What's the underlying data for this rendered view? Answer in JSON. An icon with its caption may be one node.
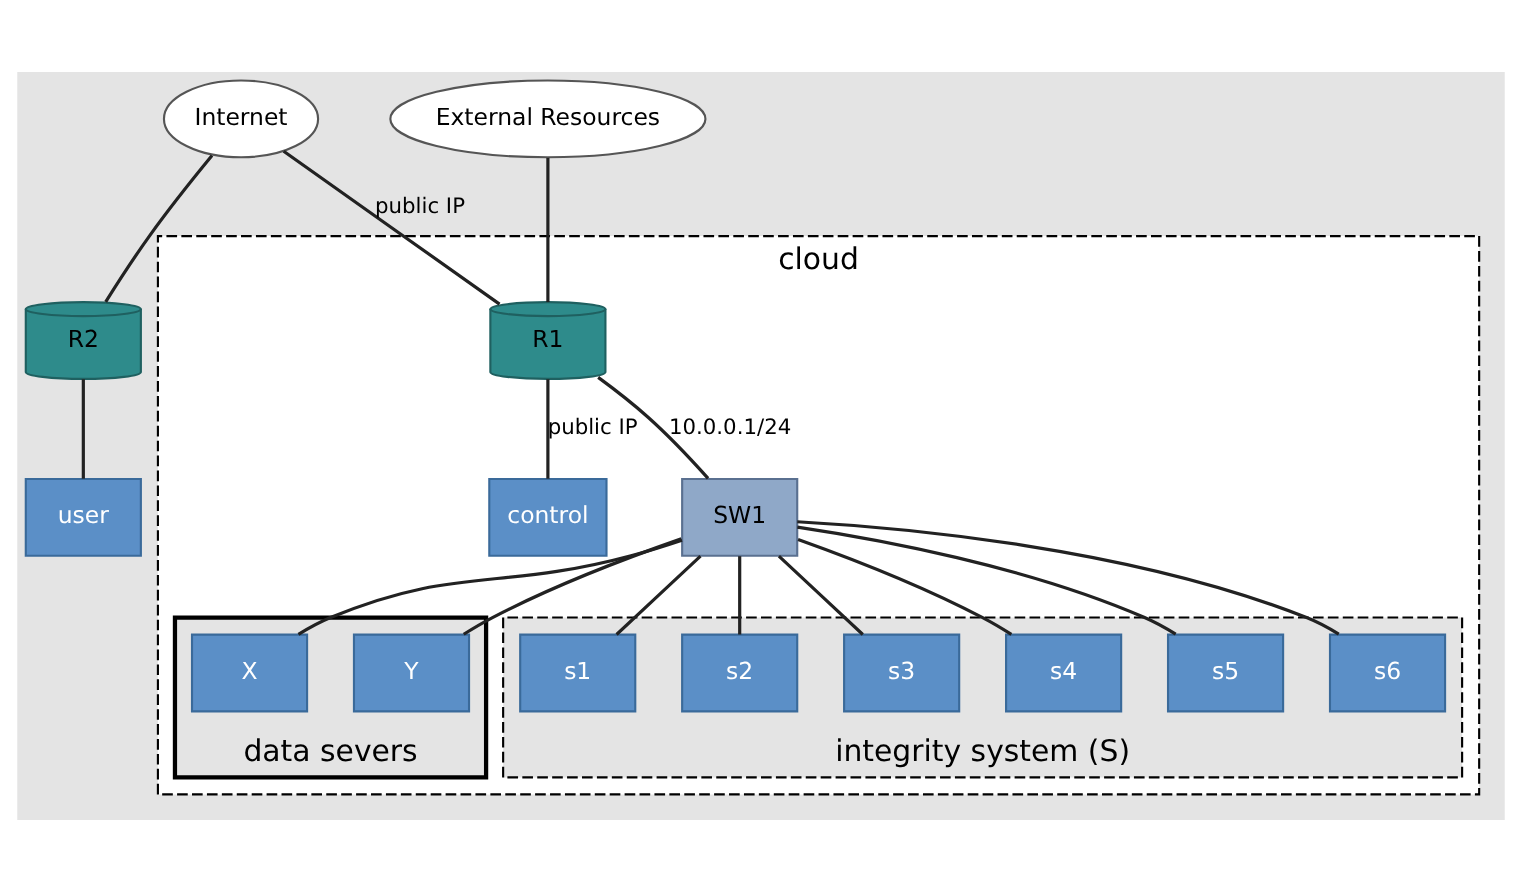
{
  "diagram": {
    "nodes": [
      {
        "text": [
          "Internet"
        ]
      },
      {
        "text": [
          "External Resources"
        ]
      },
      {
        "text": [
          "R2"
        ]
      },
      {
        "text": [
          "user"
        ]
      },
      {
        "text": [
          "cloud"
        ]
      },
      {
        "text": [
          "R1"
        ],
        "in": 4
      },
      {
        "text": [
          "control"
        ],
        "in": 4
      },
      {
        "text": [
          "SW1"
        ],
        "in": 4
      },
      {
        "text": [
          "data severs"
        ],
        "in": 4
      },
      {
        "text": [
          "X"
        ],
        "in": 8
      },
      {
        "text": [
          "Y"
        ],
        "in": 8
      },
      {
        "text": [
          "integrity system (S)"
        ],
        "in": 4
      },
      {
        "text": [
          "s1"
        ],
        "in": 11
      },
      {
        "text": [
          "s2"
        ],
        "in": 11
      },
      {
        "text": [
          "s3"
        ],
        "in": 11
      },
      {
        "text": [
          "s4"
        ],
        "in": 11
      },
      {
        "text": [
          "s5"
        ],
        "in": 11
      },
      {
        "text": [
          "s6"
        ],
        "in": 11
      }
    ],
    "edges": [
      {
        "from": 0,
        "to": 2,
        "arrow": "none"
      },
      {
        "from": 2,
        "to": 3,
        "arrow": "none"
      },
      {
        "from": 0,
        "to": 5,
        "arrow": "none",
        "label": "public IP"
      },
      {
        "from": 1,
        "to": 5,
        "arrow": "none"
      },
      {
        "from": 5,
        "to": 6,
        "arrow": "none",
        "label": "public IP"
      },
      {
        "from": 5,
        "to": 7,
        "arrow": "none",
        "label": "10.0.0.1/24"
      },
      {
        "from": 7,
        "to": 9,
        "arrow": "none"
      },
      {
        "from": 7,
        "to": 10,
        "arrow": "none"
      },
      {
        "from": 7,
        "to": 12,
        "arrow": "none"
      },
      {
        "from": 7,
        "to": 13,
        "arrow": "none"
      },
      {
        "from": 7,
        "to": 14,
        "arrow": "none"
      },
      {
        "from": 7,
        "to": 15,
        "arrow": "none"
      },
      {
        "from": 7,
        "to": 16,
        "arrow": "none"
      },
      {
        "from": 7,
        "to": 17,
        "arrow": "none"
      }
    ]
  }
}
